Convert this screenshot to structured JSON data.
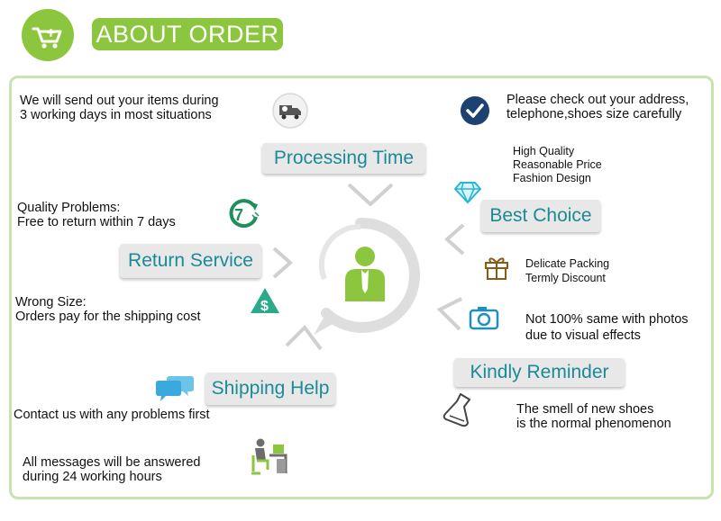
{
  "header": {
    "title": "ABOUT ORDER",
    "icon": "shopping-cart-icon"
  },
  "colors": {
    "brand_green": "#8cc63f",
    "tag_text": "#1b8a96",
    "tag_bg": "#e8e8e8",
    "frame": "#c8e2b0",
    "navy": "#1c4272"
  },
  "sections": {
    "processing_time": {
      "label": "Processing Time",
      "icon": "delivery-truck-icon",
      "text": [
        "We will send out your items during",
        "3 working days in most situations"
      ]
    },
    "return_service": {
      "label": "Return Service",
      "icon": "seven-days-icon",
      "quality": [
        "Quality Problems:",
        "Free to return within 7 days"
      ],
      "size_icon": "dollar-icon",
      "size": [
        "Wrong Size:",
        "Orders pay for the shipping cost"
      ]
    },
    "shipping_help": {
      "label": "Shipping Help",
      "icon": "chat-bubbles-icon",
      "text": "Contact us with any problems first",
      "messages_icon": "office-worker-icon",
      "messages": [
        "All messages will be answered",
        "during 24 working hours"
      ]
    },
    "address_check": {
      "icon": "checkmark-icon",
      "text": [
        "Please check out your address,",
        "telephone,shoes size carefully"
      ]
    },
    "best_choice": {
      "label": "Best Choice",
      "icon": "diamond-icon",
      "features": [
        "High Quality",
        "Reasonable Price",
        "Fashion Design"
      ],
      "gift_icon": "gift-icon",
      "packing": [
        "Delicate Packing",
        "Termly Discount"
      ]
    },
    "kindly_reminder": {
      "label": "Kindly Reminder",
      "icon": "camera-icon",
      "photos": [
        "Not 100% same with photos",
        "due to visual effects"
      ],
      "smell_icon": "flask-icon",
      "smell": [
        "The smell of new shoes",
        "is the normal phenomenon"
      ]
    },
    "center": {
      "icon": "person-avatar-icon"
    }
  }
}
